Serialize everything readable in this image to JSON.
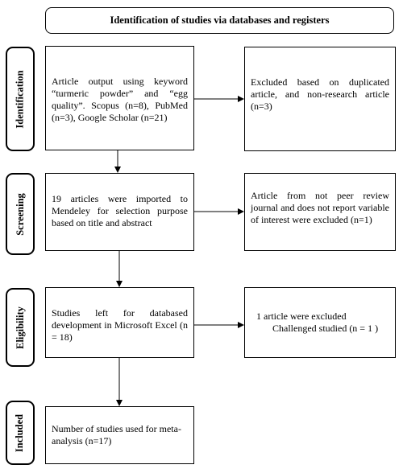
{
  "title": "Identification of studies via databases and registers",
  "phases": {
    "identification": "Identification",
    "screening": "Screening",
    "eligibility": "Eligibility",
    "included": "Included"
  },
  "boxes": {
    "identification_main": "Article output using keyword “turmeric powder” and “egg quality”. Scopus (n=8), PubMed (n=3), Google Scholar (n=21)",
    "identification_excluded": "Excluded based on duplicated article, and non-research article (n=3)",
    "screening_main": "19 articles were imported to Mendeley for selection purpose based on title and abstract",
    "screening_excluded": "Article from not peer review journal and does not report variable of interest were excluded (n=1)",
    "eligibility_main": "Studies left for databased development in Microsoft Excel (n = 18)",
    "eligibility_excluded_line1": "1 article were excluded",
    "eligibility_excluded_line2": "Challenged studied (n = 1 )",
    "included_main": "Number of studies used for meta-analysis (n=17)"
  }
}
